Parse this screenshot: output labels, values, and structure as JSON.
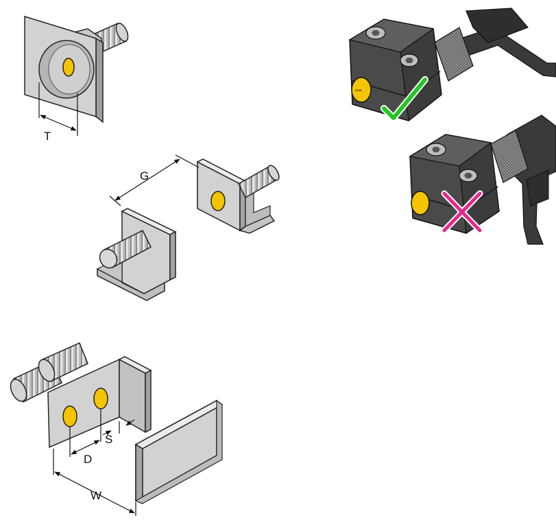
{
  "labels": {
    "thickness": "T",
    "gap": "G",
    "spacing": "S",
    "distance": "D",
    "width": "W"
  },
  "status": {
    "correct_icon": "green-checkmark",
    "incorrect_icon": "pink-cross"
  },
  "colors": {
    "bracket_gray": "#d2d2d2",
    "sensor_face_yellow": "#f5c400",
    "sensor_body_dark": "#4a4a4a",
    "check_green": "#22c722",
    "cross_pink": "#e8278a"
  }
}
